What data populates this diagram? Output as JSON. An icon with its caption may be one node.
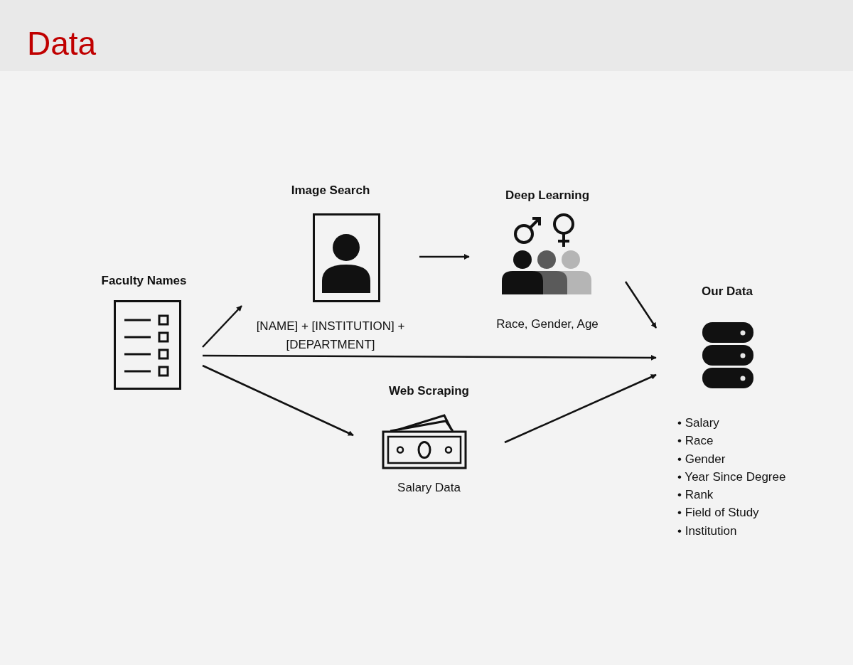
{
  "diagram": {
    "title": "Data",
    "nodes": [
      {
        "text": [
          "Faculty Names"
        ]
      },
      {
        "text": [
          "Image Search",
          "[NAME] + [INSTITUTION] + [DEPARTMENT]"
        ]
      },
      {
        "text": [
          "Deep Learning",
          "Race, Gender, Age"
        ]
      },
      {
        "text": [
          "Web Scraping",
          "Salary Data"
        ]
      },
      {
        "text": [
          "Our Data",
          "• Salary",
          "• Race",
          "• Gender",
          "• Year Since Degree",
          "• Rank",
          "• Field of Study",
          "• Institution"
        ]
      }
    ],
    "edges": [
      {
        "from": 0,
        "to": 1,
        "arrow": "to"
      },
      {
        "from": 1,
        "to": 2,
        "arrow": "to"
      },
      {
        "from": 2,
        "to": 4,
        "arrow": "to"
      },
      {
        "from": 0,
        "to": 4,
        "arrow": "to"
      },
      {
        "from": 0,
        "to": 3,
        "arrow": "to"
      },
      {
        "from": 3,
        "to": 4,
        "arrow": "to"
      }
    ]
  }
}
